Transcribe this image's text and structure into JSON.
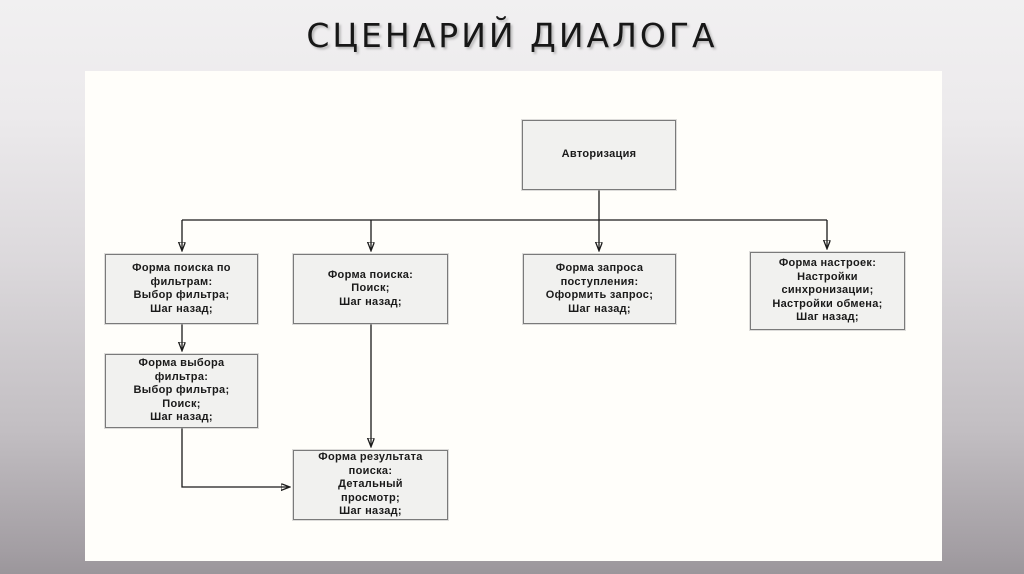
{
  "slide": {
    "title": "СЦЕНАРИЙ ДИАЛОГА",
    "colors": {
      "background_top": "#f1f0f1",
      "background_bottom": "#9b969b",
      "panel": "#fffefa",
      "node_fill": "#f1f1ef",
      "node_border": "#7a7a7a",
      "connector": "#1a1a1a",
      "title_text": "#171717"
    }
  },
  "diagram": {
    "nodes": [
      {
        "id": "authorization",
        "text": "Авторизация"
      },
      {
        "id": "filter-search-form",
        "text": "Форма поиска по\nфильтрам:\nВыбор фильтра;\nШаг назад;"
      },
      {
        "id": "search-form",
        "text": "Форма поиска:\nПоиск;\nШаг назад;"
      },
      {
        "id": "incoming-request-form",
        "text": "Форма запроса\nпоступления:\nОформить запрос;\nШаг назад;"
      },
      {
        "id": "settings-form",
        "text": "Форма настроек:\nНастройки\nсинхронизации;\nНастройки обмена;\nШаг назад;"
      },
      {
        "id": "filter-choice-form",
        "text": "Форма выбора\nфильтра:\nВыбор фильтра;\nПоиск;\nШаг назад;"
      },
      {
        "id": "search-result-form",
        "text": "Форма результата\nпоиска:\nДетальный\nпросмотр;\nШаг назад;"
      }
    ],
    "edges": [
      {
        "from": "authorization",
        "to": "filter-search-form"
      },
      {
        "from": "authorization",
        "to": "search-form"
      },
      {
        "from": "authorization",
        "to": "incoming-request-form"
      },
      {
        "from": "authorization",
        "to": "settings-form"
      },
      {
        "from": "filter-search-form",
        "to": "filter-choice-form"
      },
      {
        "from": "search-form",
        "to": "search-result-form"
      },
      {
        "from": "filter-choice-form",
        "to": "search-result-form"
      }
    ]
  }
}
